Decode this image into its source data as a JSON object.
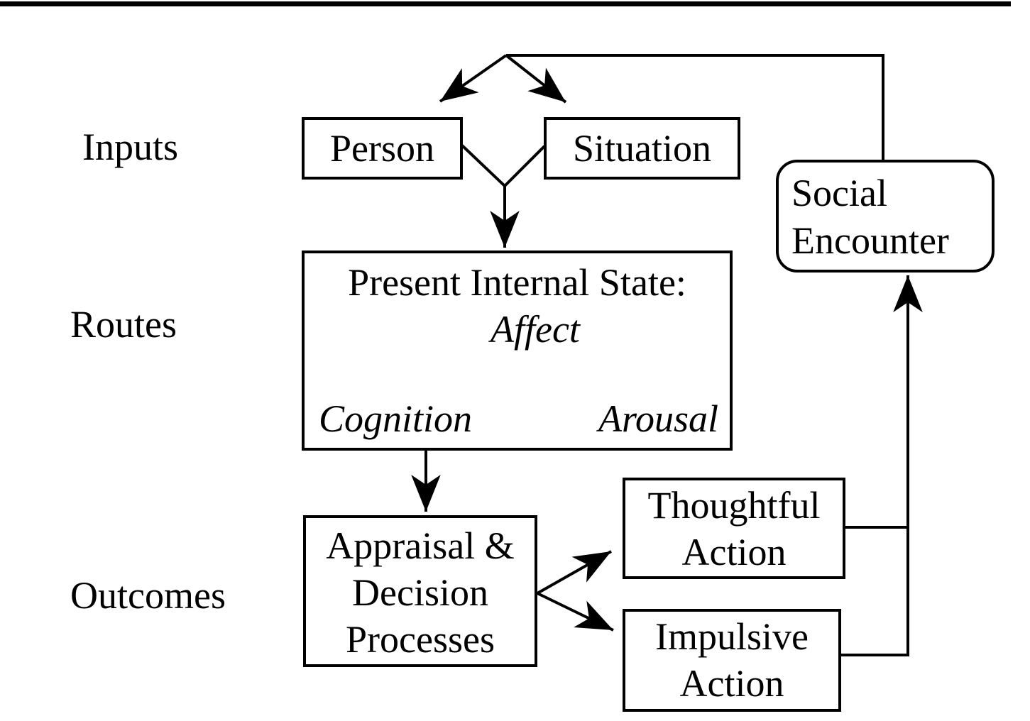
{
  "colors": {
    "ink": "#000000",
    "background": "#ffffff"
  },
  "row_labels": {
    "inputs": "Inputs",
    "routes": "Routes",
    "outcomes": "Outcomes"
  },
  "boxes": {
    "person": {
      "label": "Person"
    },
    "situation": {
      "label": "Situation"
    },
    "social_encounter": {
      "line1": "Social",
      "line2": "Encounter"
    },
    "present_internal_state": {
      "title": "Present Internal State:",
      "affect": "Affect",
      "cognition": "Cognition",
      "arousal": "Arousal"
    },
    "appraisal_decision": {
      "line1": "Appraisal &",
      "line2": "Decision",
      "line3": "Processes"
    },
    "thoughtful_action": {
      "line1": "Thoughtful",
      "line2": "Action"
    },
    "impulsive_action": {
      "line1": "Impulsive",
      "line2": "Action"
    }
  }
}
